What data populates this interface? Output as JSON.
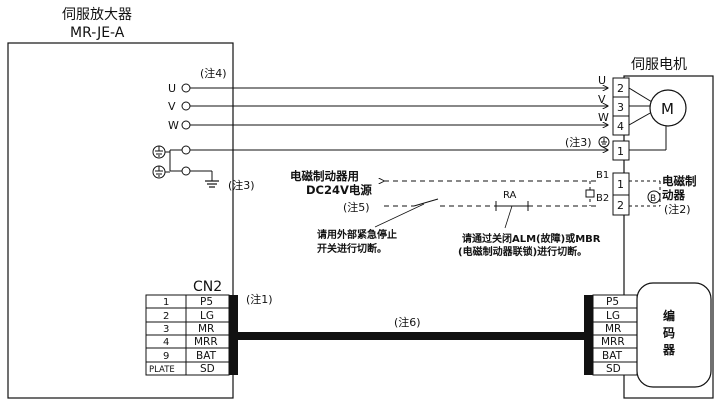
{
  "amplifier": {
    "title_line1": "伺服放大器",
    "title_line2": "MR-JE-A",
    "terminals": [
      "U",
      "V",
      "W"
    ],
    "note4": "(注4)",
    "note3_ground": "(注3)"
  },
  "motor": {
    "title": "伺服电机",
    "symbol": "M",
    "pin_labels": [
      "U",
      "V",
      "W"
    ],
    "pin_numbers": [
      "2",
      "3",
      "4",
      "1"
    ],
    "ground_note": "(注3)",
    "ground_symbol": "⏚"
  },
  "brake": {
    "source_line1": "电磁制动器用",
    "source_line2": "DC24V电源",
    "source_note": "(注5)",
    "relay": "RA",
    "pin_b1": "B1",
    "pin_b2": "B2",
    "connector_pins": [
      "1",
      "2"
    ],
    "brake_label_line1": "电磁制",
    "brake_label_line2": "动器",
    "brake_symbol": "B",
    "brake_note": "(注2)",
    "stop_note_line1": "请用外部紧急停止",
    "stop_note_line2": "开关进行切断。",
    "alm_note_line1": "请通过关闭ALM(故障)或MBR",
    "alm_note_line2": "(电磁制动器联锁)进行切断。"
  },
  "cn2": {
    "title": "CN2",
    "note1": "(注1)",
    "cable_note": "(注6)",
    "pin_numbers": [
      "1",
      "2",
      "3",
      "4",
      "9",
      "PLATE"
    ],
    "signals": [
      "P5",
      "LG",
      "MR",
      "MRR",
      "BAT",
      "SD"
    ],
    "motor_signals": [
      "P5",
      "LG",
      "MR",
      "MRR",
      "BAT",
      "SD"
    ]
  },
  "encoder": {
    "chars": [
      "编",
      "码",
      "器"
    ]
  }
}
